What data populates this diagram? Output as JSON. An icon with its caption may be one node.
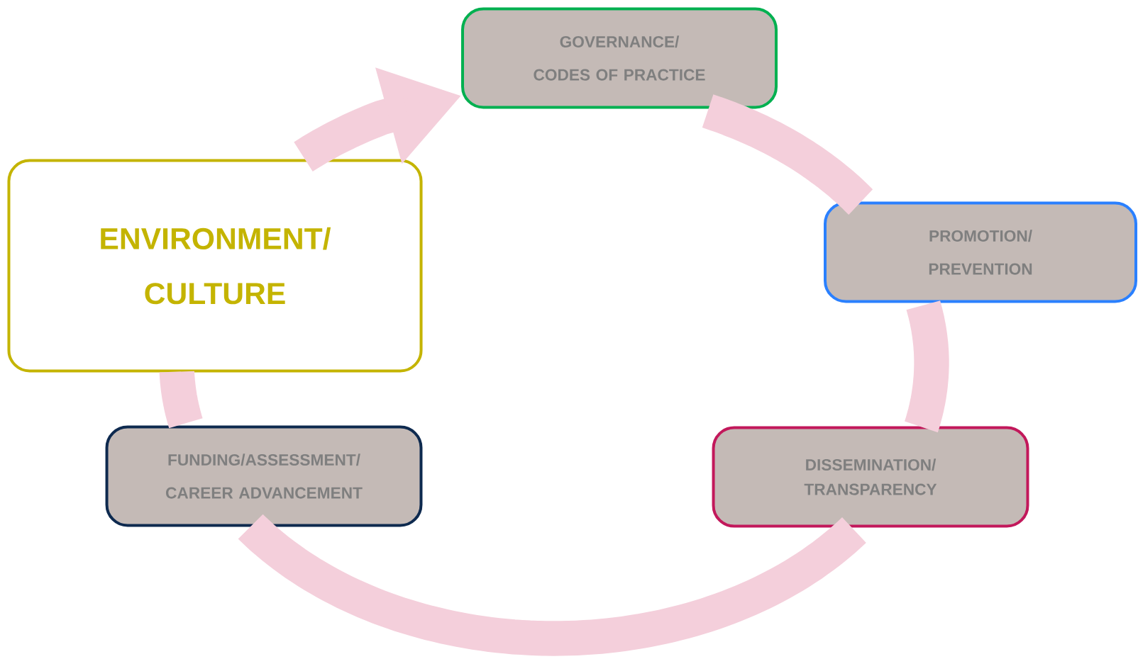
{
  "diagram": {
    "nodes": [
      {
        "text": [
          "GOVERNANCE/ CODES OF PRACTICE"
        ]
      },
      {
        "text": [
          "PROMOTION/ PREVENTION"
        ]
      },
      {
        "text": [
          "DISSEMINATION/ TRANSPARENCY"
        ]
      },
      {
        "text": [
          "FUNDING/ASSESSMENT/ CAREER ADVANCEMENT"
        ]
      },
      {
        "text": [
          "ENVIRONMENT/ CULTURE"
        ]
      }
    ],
    "edges": [
      {
        "from": 0,
        "to": 1,
        "arrow": "none"
      },
      {
        "from": 1,
        "to": 2,
        "arrow": "none"
      },
      {
        "from": 2,
        "to": 3,
        "arrow": "none"
      },
      {
        "from": 3,
        "to": 4,
        "arrow": "none"
      },
      {
        "from": 4,
        "to": 0,
        "arrow": "to"
      }
    ]
  }
}
